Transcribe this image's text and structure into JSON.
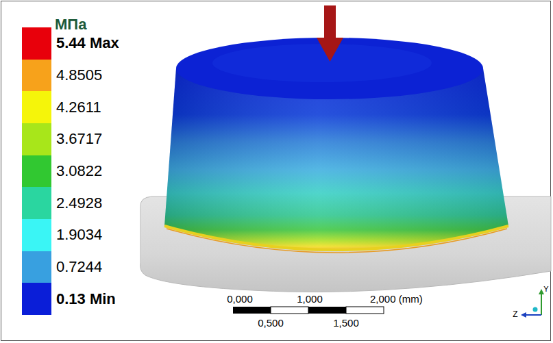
{
  "diagram": {
    "labels": [
      "МПа",
      "0,000",
      "1,000",
      "2,000 (mm)",
      "0,500",
      "1,500",
      "Y",
      "Z"
    ],
    "legend": [
      {
        "text": "5.44 Max",
        "color": "#e8000b"
      },
      {
        "text": "4.8505",
        "color": "#f7a21b"
      },
      {
        "text": "4.2611",
        "color": "#f5f50a"
      },
      {
        "text": "3.6717",
        "color": "#a8e61a"
      },
      {
        "text": "3.0822",
        "color": "#31c831"
      },
      {
        "text": "2.4928",
        "color": "#2ad6a0"
      },
      {
        "text": "1.9034",
        "color": "#3af5f5"
      },
      {
        "text": "0.7244",
        "color": "#38a0e0"
      },
      {
        "text": "0.13 Min",
        "color": "#0a1ed8"
      }
    ]
  }
}
